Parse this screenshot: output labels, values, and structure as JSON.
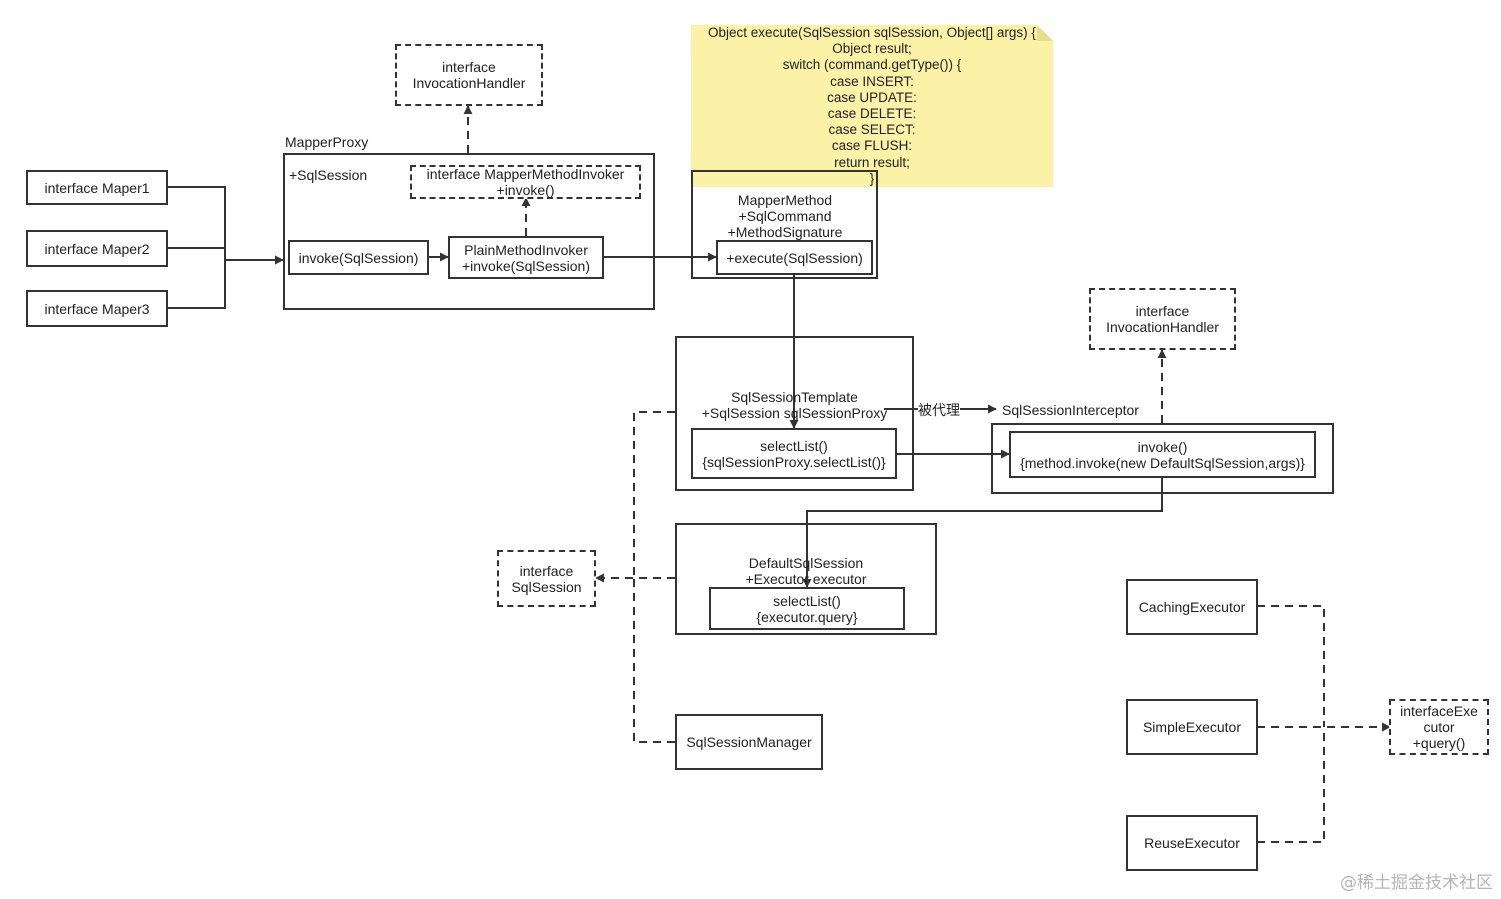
{
  "note": {
    "lines": [
      "Object execute(SqlSession sqlSession, Object[] args) {",
      "Object result;",
      "switch (command.getType()) {",
      "case INSERT:",
      "case UPDATE:",
      "case DELETE:",
      "case SELECT:",
      "case FLUSH:",
      "return result;",
      "}"
    ]
  },
  "maper1": "interface Maper1",
  "maper2": "interface Maper2",
  "maper3": "interface Maper3",
  "invocation_handler_top": [
    "interface",
    "InvocationHandler"
  ],
  "mapper_proxy": {
    "title": "MapperProxy",
    "field": "+SqlSession",
    "invoke": "invoke(SqlSession)",
    "method_invoker": [
      "interface MapperMethodInvoker",
      "+invoke()"
    ],
    "plain_invoker": [
      "PlainMethodInvoker",
      "+invoke(SqlSession)"
    ]
  },
  "mapper_method": {
    "lines": [
      "MapperMethod",
      "+SqlCommand",
      "+MethodSignature"
    ],
    "execute": "+execute(SqlSession)"
  },
  "sql_session_template": {
    "lines": [
      "SqlSessionTemplate",
      "+SqlSession sqlSessionProxy"
    ],
    "select": [
      "selectList()",
      "{sqlSessionProxy.selectList()}"
    ]
  },
  "proxied_label": "被代理",
  "interceptor": {
    "title": "SqlSessionInterceptor",
    "invoke": [
      "invoke()",
      "{method.invoke(new DefaultSqlSession,args)}"
    ]
  },
  "invocation_handler_right": [
    "interface",
    "InvocationHandler"
  ],
  "interface_sql_session": [
    "interface",
    "SqlSession"
  ],
  "default_sql_session": {
    "lines": [
      "DefaultSqlSession",
      "+Executor executor"
    ],
    "select": [
      "selectList()",
      "{executor.query}"
    ]
  },
  "sql_session_manager": "SqlSessionManager",
  "caching_executor": "CachingExecutor",
  "simple_executor": "SimpleExecutor",
  "reuse_executor": "ReuseExecutor",
  "interface_executor": [
    "interfaceExe",
    "cutor",
    "+query()"
  ],
  "watermark": "@稀土掘金技术社区"
}
